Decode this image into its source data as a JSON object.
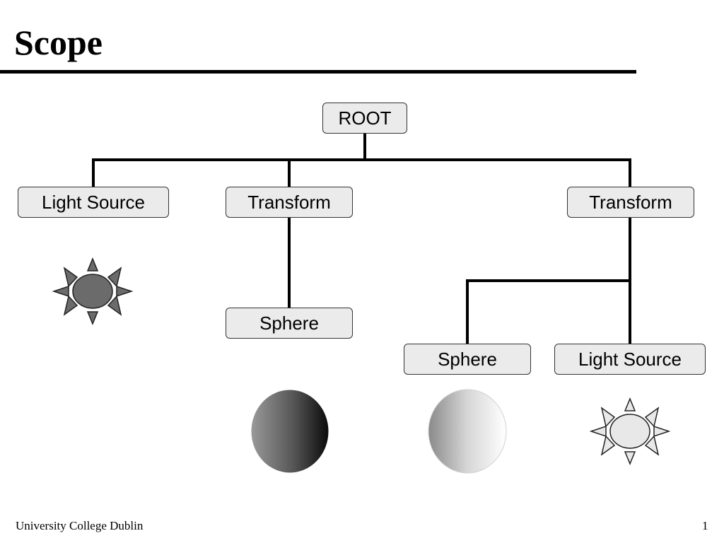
{
  "slide": {
    "title": "Scope",
    "footer": "University College Dublin",
    "page_number": "1"
  },
  "nodes": {
    "root": "ROOT",
    "light_source_left": "Light Source",
    "transform_left": "Transform",
    "transform_right": "Transform",
    "sphere_left": "Sphere",
    "sphere_right": "Sphere",
    "light_source_right": "Light Source"
  },
  "icons": {
    "sun_dark": "sun-icon",
    "sun_light": "sun-icon",
    "sphere_dark": "shaded-sphere-icon",
    "sphere_light": "shaded-sphere-icon"
  },
  "colors": {
    "node_fill": "#ebebeb",
    "sun_dark_fill": "#6b6b6b",
    "sun_light_fill": "#e8e8e8"
  }
}
